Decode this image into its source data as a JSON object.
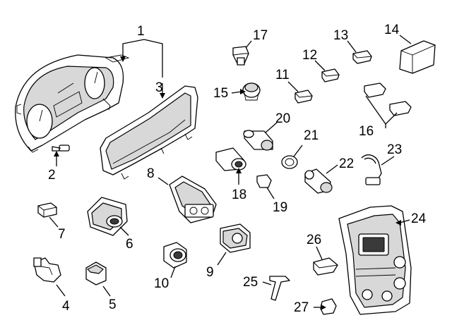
{
  "callouts": {
    "c1": "1",
    "c2": "2",
    "c3": "3",
    "c4": "4",
    "c5": "5",
    "c6": "6",
    "c7": "7",
    "c8": "8",
    "c9": "9",
    "c10": "10",
    "c11": "11",
    "c12": "12",
    "c13": "13",
    "c14": "14",
    "c15": "15",
    "c16": "16",
    "c17": "17",
    "c18": "18",
    "c19": "19",
    "c20": "20",
    "c21": "21",
    "c22": "22",
    "c23": "23",
    "c24": "24",
    "c25": "25",
    "c26": "26",
    "c27": "27"
  },
  "colors": {
    "line": "#000000",
    "fill": "#ffffff",
    "shade": "#d8d8d8",
    "background": "#ffffff"
  }
}
